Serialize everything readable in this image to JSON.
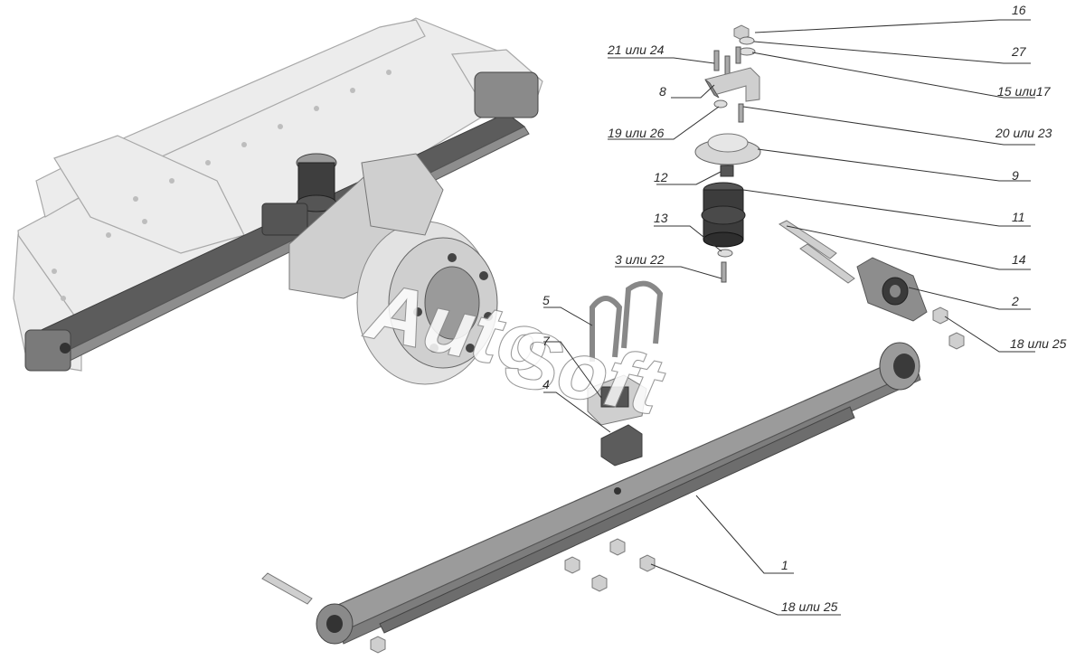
{
  "watermark": {
    "line1": "Auto",
    "line2": "Soft"
  },
  "callouts": {
    "c16": "16",
    "c27": "27",
    "c15_17": "15 или17",
    "c21_24": "21 или 24",
    "c8": "8",
    "c19_26": "19 или 26",
    "c20_23": "20 или 23",
    "c9": "9",
    "c12": "12",
    "c11": "11",
    "c13": "13",
    "c14": "14",
    "c3_22": "3 или 22",
    "c2": "2",
    "c5": "5",
    "c7": "7",
    "c18_25_right": "18 или 25",
    "c4": "4",
    "c1": "1",
    "c18_25_bottom": "18 или 25"
  }
}
